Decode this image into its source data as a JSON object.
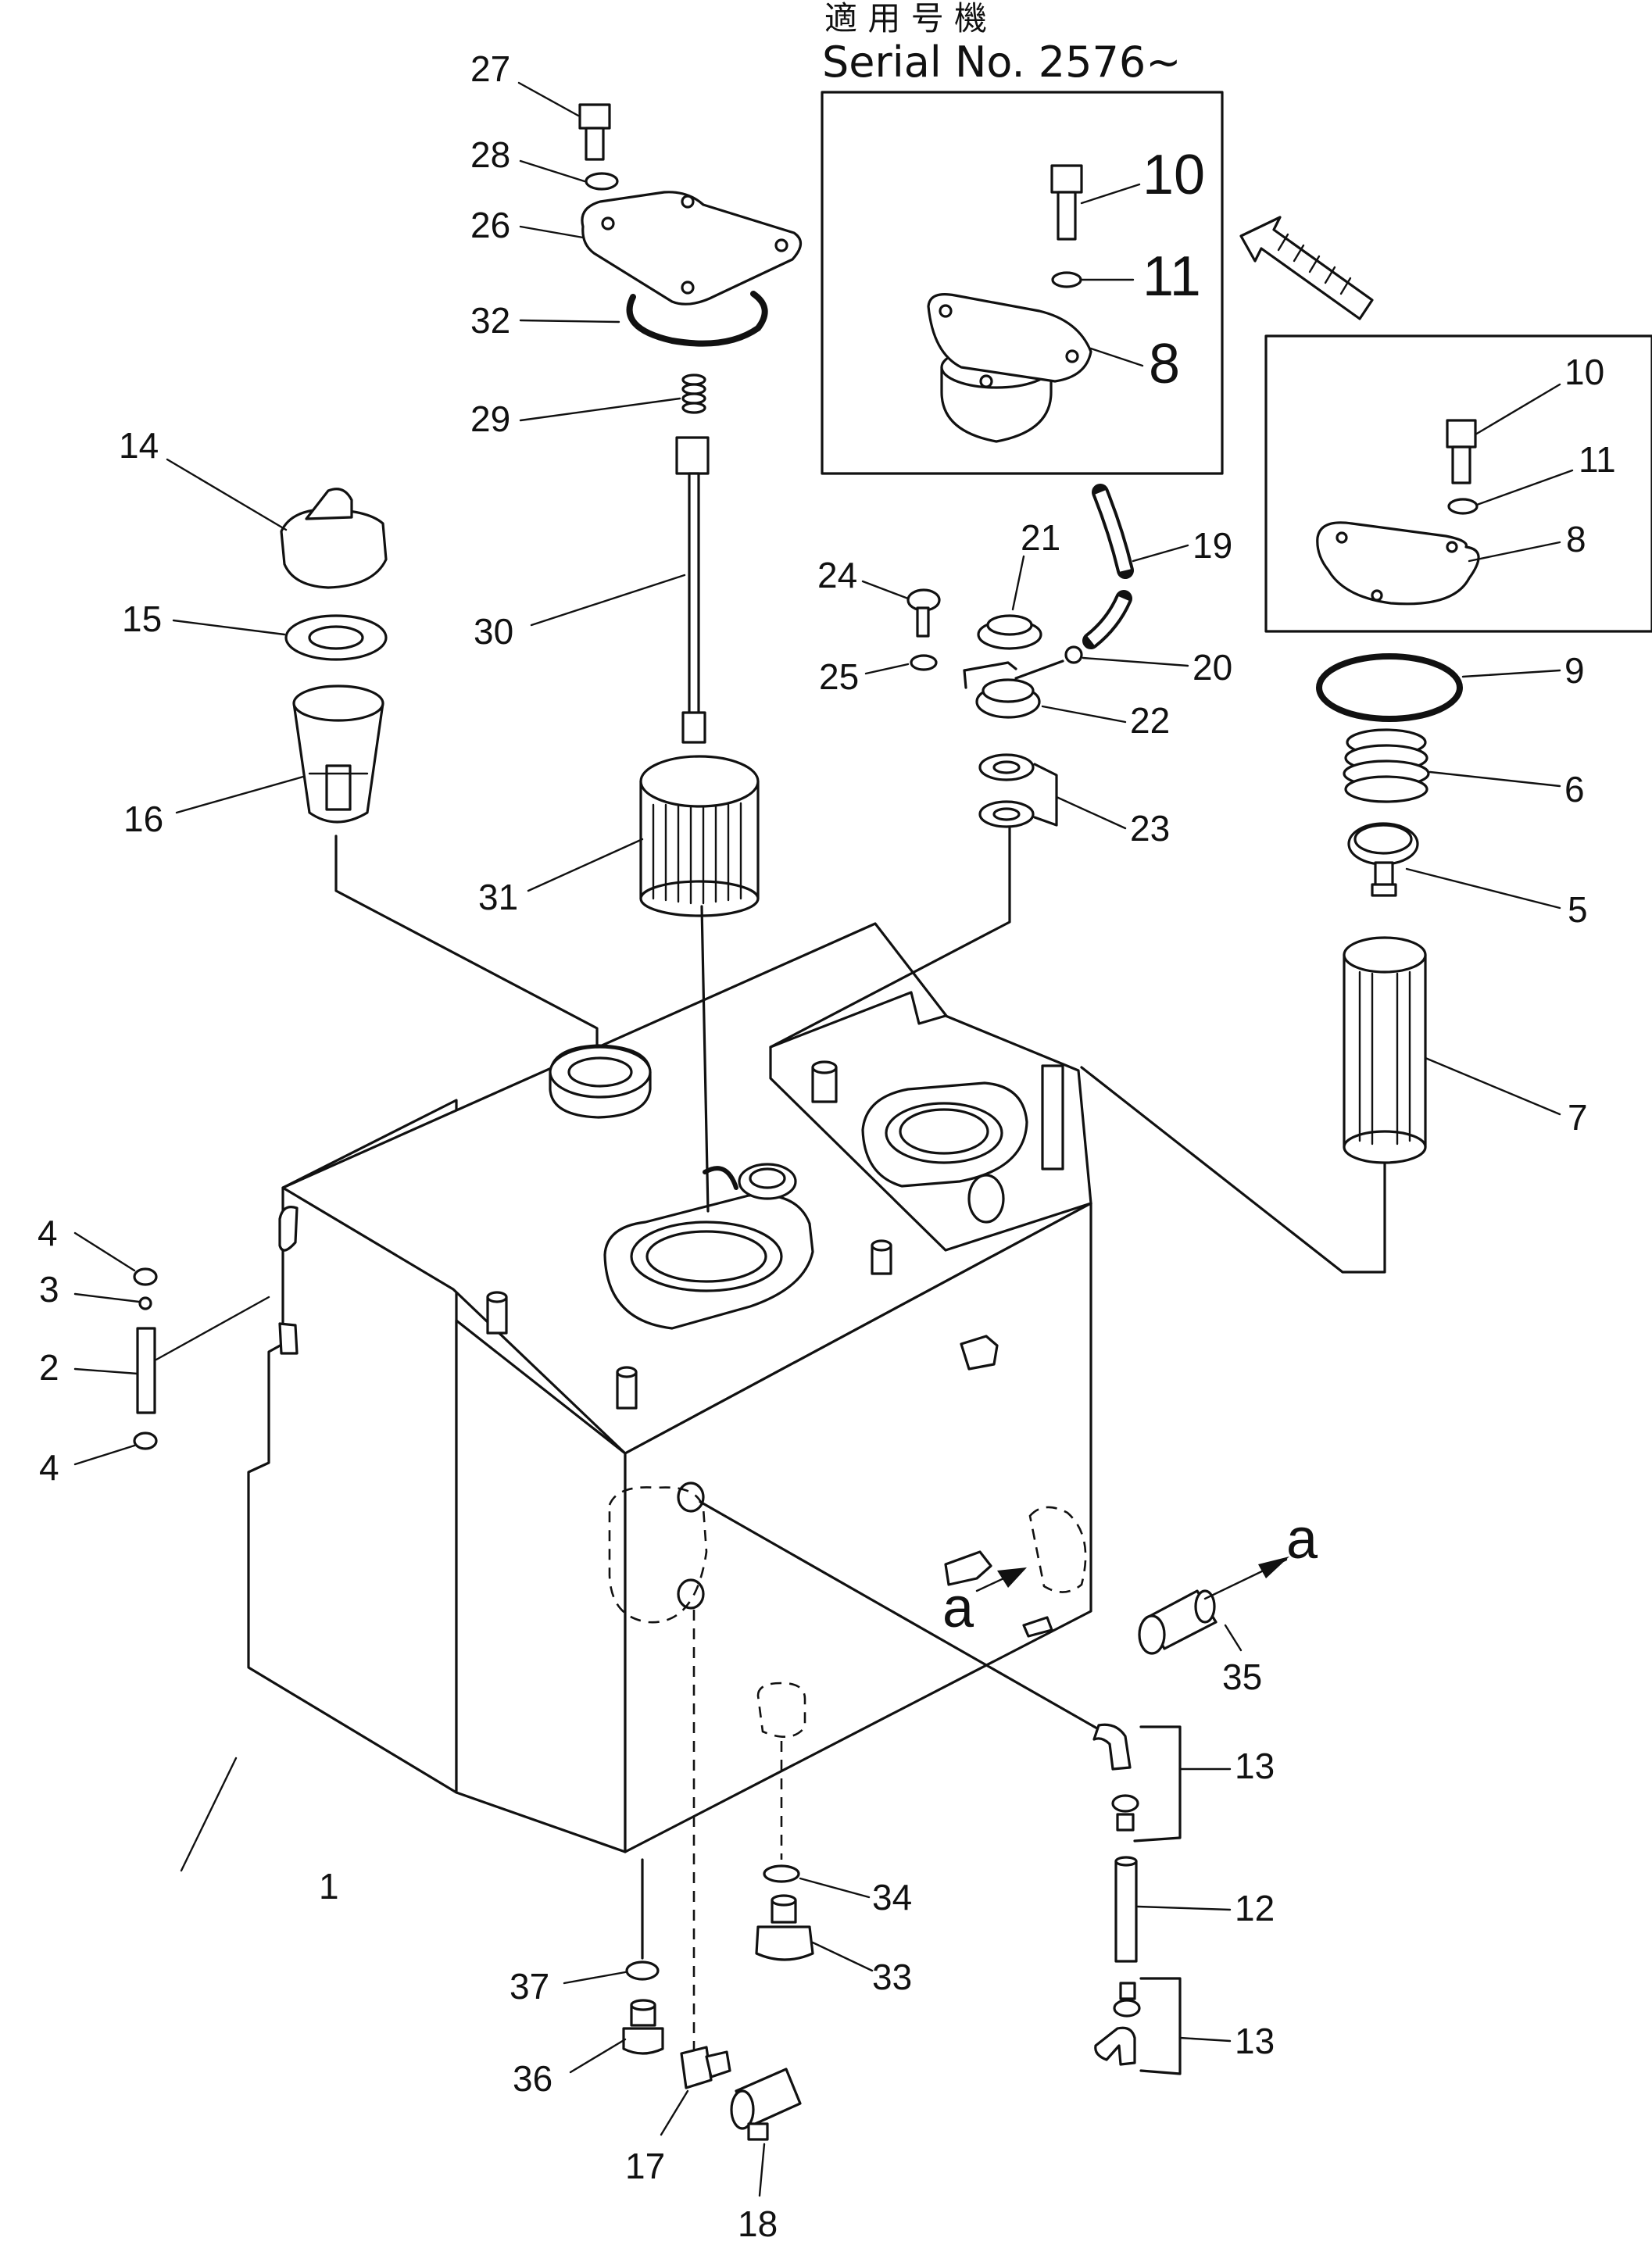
{
  "header": {
    "serial_jp": "適 用 号 機",
    "serial_en": "Serial No. 2576~"
  },
  "callouts": {
    "c1": "1",
    "c2": "2",
    "c3": "3",
    "c4a": "4",
    "c4b": "4",
    "c5": "5",
    "c6": "6",
    "c7": "7",
    "c8": "8",
    "c8b": "8",
    "c9": "9",
    "c10": "10",
    "c10b": "10",
    "c11": "11",
    "c11b": "11",
    "c12": "12",
    "c13a": "13",
    "c13b": "13",
    "c14": "14",
    "c15": "15",
    "c16": "16",
    "c17": "17",
    "c18": "18",
    "c19": "19",
    "c20": "20",
    "c21": "21",
    "c22": "22",
    "c23": "23",
    "c24": "24",
    "c25": "25",
    "c26": "26",
    "c27": "27",
    "c28": "28",
    "c29": "29",
    "c30": "30",
    "c31": "31",
    "c32": "32",
    "c33": "33",
    "c34": "34",
    "c35": "35",
    "c36": "36",
    "c37": "37"
  },
  "view_markers": {
    "a1": "a",
    "a2": "a"
  }
}
